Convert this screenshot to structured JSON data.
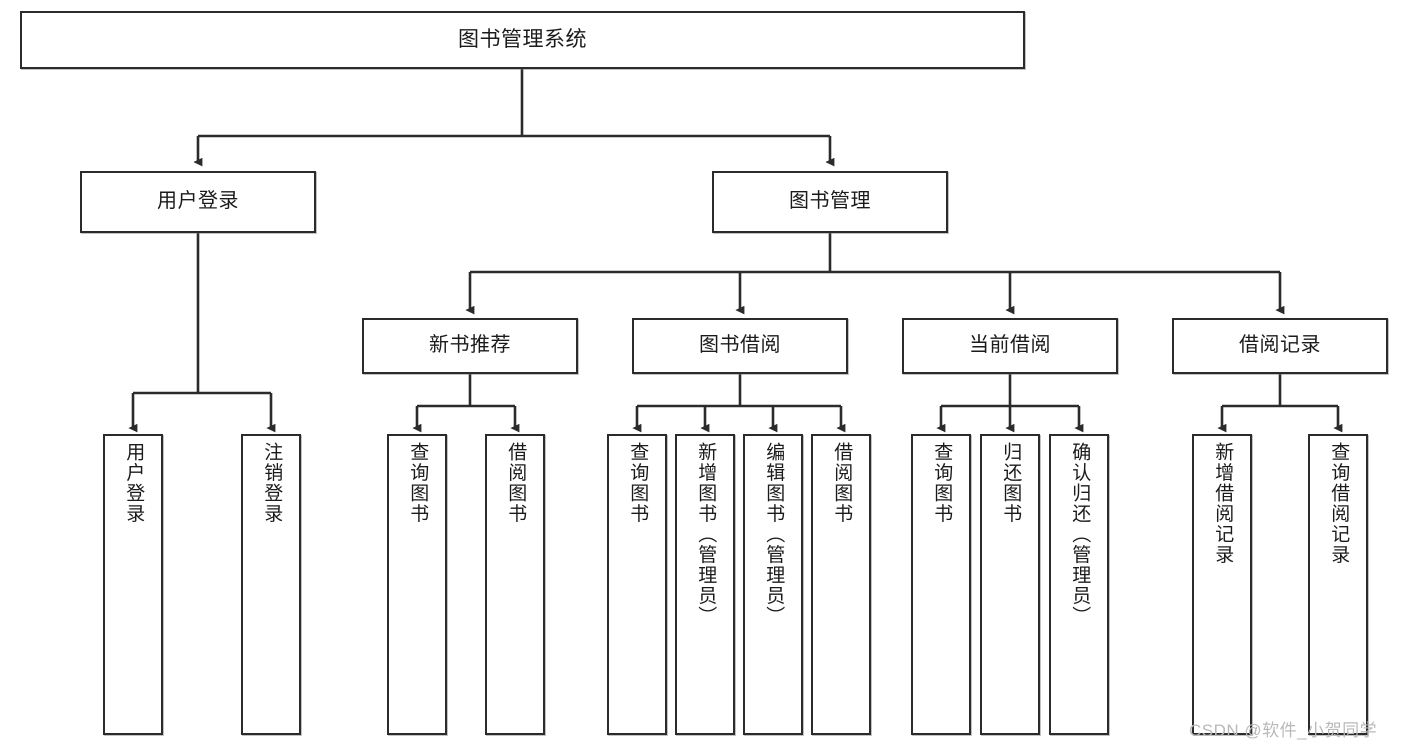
{
  "diagram": {
    "title": "图书管理系统",
    "type": "tree",
    "watermark": "CSDN @软件_小贺同学",
    "colors": {
      "stroke": "#2b2b2b",
      "fill": "#ffffff",
      "text": "#1b1b1b",
      "watermark": "#b9b9b9"
    },
    "nodes": {
      "root": {
        "label": "图书管理系统"
      },
      "level2": [
        {
          "label": "用户登录"
        },
        {
          "label": "图书管理"
        }
      ],
      "level3": [
        {
          "label": "新书推荐"
        },
        {
          "label": "图书借阅"
        },
        {
          "label": "当前借阅"
        },
        {
          "label": "借阅记录"
        }
      ],
      "leaves": {
        "user_login": [
          {
            "label": "用户登录"
          },
          {
            "label": "注销登录"
          }
        ],
        "new_book": [
          {
            "label": "查询图书"
          },
          {
            "label": "借阅图书"
          }
        ],
        "book_borrow": [
          {
            "label": "查询图书"
          },
          {
            "label": "新增图书（管理员）"
          },
          {
            "label": "编辑图书（管理员）"
          },
          {
            "label": "借阅图书"
          }
        ],
        "current_borrow": [
          {
            "label": "查询图书"
          },
          {
            "label": "归还图书"
          },
          {
            "label": "确认归还（管理员）"
          }
        ],
        "borrow_record": [
          {
            "label": "新增借阅记录"
          },
          {
            "label": "查询借阅记录"
          }
        ]
      }
    }
  }
}
